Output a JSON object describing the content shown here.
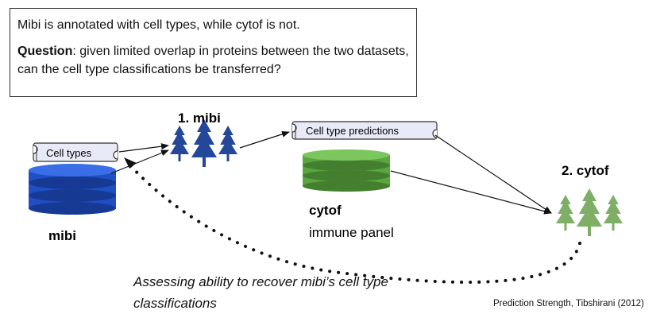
{
  "textbox": {
    "line1": "Mibi is annotated with cell types, while cytof is not.",
    "question_label": "Question",
    "question_text": ": given limited overlap in proteins between the two datasets, can the cell type classifications be transferred?"
  },
  "scroll_cell_types": "Cell types",
  "scroll_predictions": "Cell type predictions",
  "forest_mibi_label": "1. mibi",
  "forest_cytof_label": "2. cytof",
  "db_mibi_label": "mibi",
  "db_cytof_label": "cytof",
  "db_cytof_sublabel": "immune panel",
  "caption": "Assessing ability to recover mibi’s cell type classifications",
  "citation": "Prediction Strength, Tibshirani (2012)",
  "colors": {
    "mibi_db": "#1f4fc4",
    "cytof_db": "#5aa63f",
    "mibi_trees": "#24479a",
    "cytof_trees": "#7fae67",
    "scroll_fill": "#e8eaf7"
  }
}
